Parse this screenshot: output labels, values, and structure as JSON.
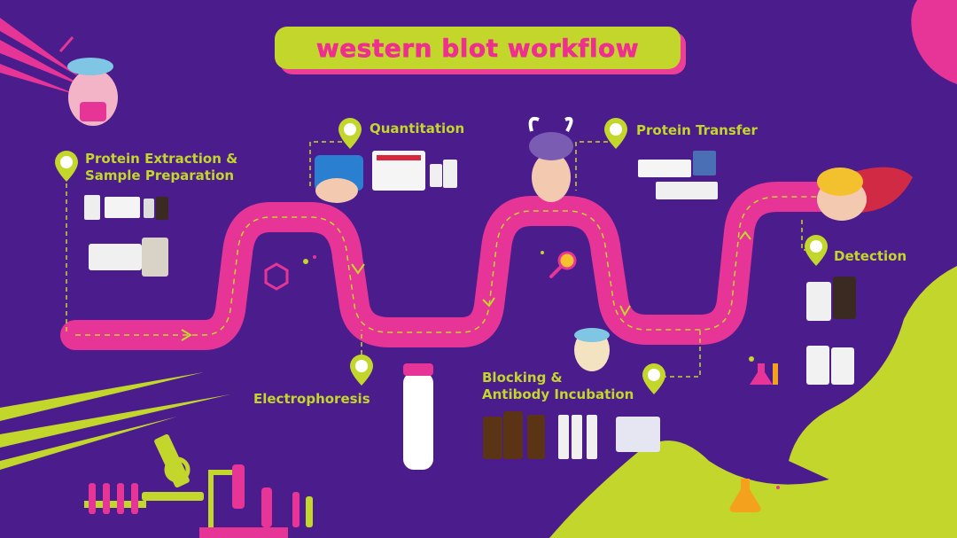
{
  "title": "western blot workflow",
  "colors": {
    "background": "#4a1c8c",
    "path": "#e63597",
    "accent_green": "#c3d62c",
    "pink": "#ee2f8f"
  },
  "steps": [
    {
      "id": "extraction",
      "lines": [
        "Protein Extraction &",
        "Sample Preparation"
      ]
    },
    {
      "id": "quantitation",
      "lines": [
        "Quantitation"
      ]
    },
    {
      "id": "electrophoresis",
      "lines": [
        "Electrophoresis"
      ]
    },
    {
      "id": "blocking",
      "lines": [
        "Blocking &",
        "Antibody Incubation"
      ]
    },
    {
      "id": "transfer",
      "lines": [
        "Protein Transfer"
      ]
    },
    {
      "id": "detection",
      "lines": [
        "Detection"
      ]
    }
  ],
  "icons": {
    "pin": "location-pin-icon",
    "arrow": "dashed-arrow-icon",
    "mascot": "pet-mascot-icon",
    "microscope": "microscope-icon",
    "flask": "flask-icon",
    "magnifier": "magnifier-icon",
    "molecule": "molecule-icon"
  }
}
